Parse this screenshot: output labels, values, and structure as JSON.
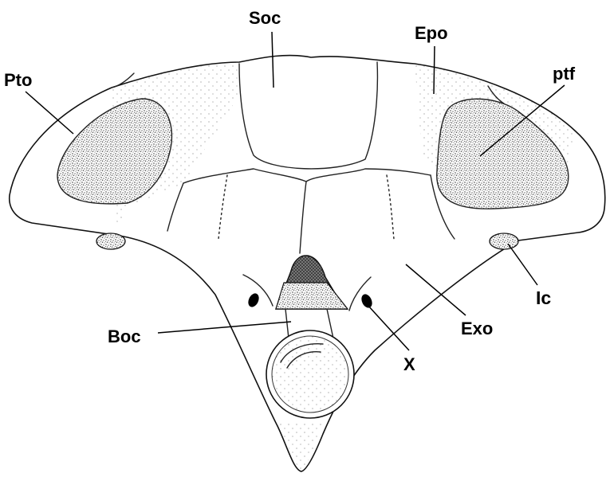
{
  "labels": {
    "soc": "Soc",
    "epo": "Epo",
    "pto": "Pto",
    "ptf": "ptf",
    "ic": "Ic",
    "exo": "Exo",
    "boc": "Boc",
    "x": "X"
  }
}
